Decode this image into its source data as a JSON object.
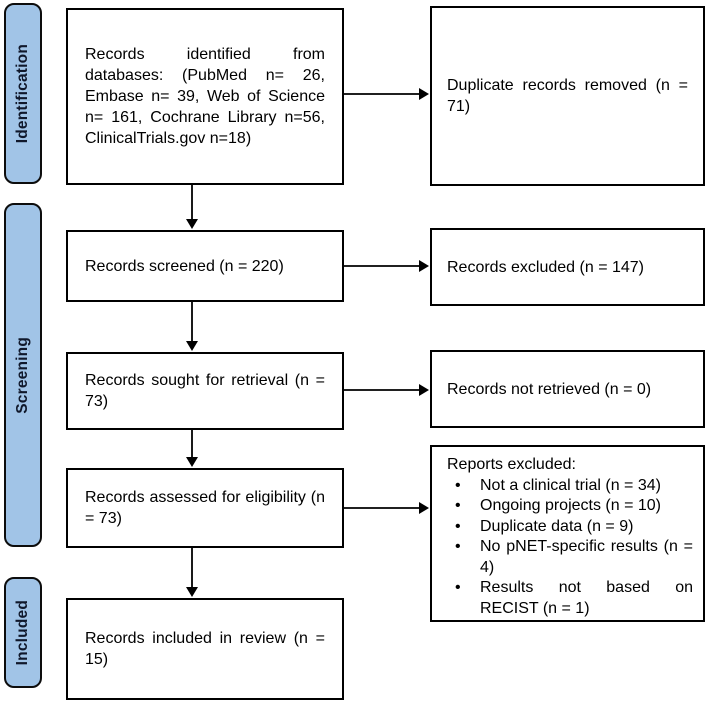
{
  "diagram": {
    "stages": [
      {
        "label": "Identification"
      },
      {
        "label": "Screening"
      },
      {
        "label": "Included"
      }
    ],
    "boxes": {
      "identified": "Records identified from databases: (PubMed n= 26, Embase n= 39, Web of Science n= 161, Cochrane Library n=56, ClinicalTrials.gov n=18)",
      "duplicates_removed": "Duplicate records removed (n = 71)",
      "screened": "Records screened (n = 220)",
      "records_excluded": "Records excluded (n = 147)",
      "sought": "Records sought for retrieval (n = 73)",
      "not_retrieved": "Records not retrieved (n = 0)",
      "assessed": "Records assessed for eligibility (n = 73)",
      "reports_excluded_title": "Reports excluded:",
      "reports_excluded_items": [
        "Not a clinical trial (n = 34)",
        "Ongoing projects (n = 10)",
        "Duplicate data (n = 9)",
        "No pNET-specific results (n = 4)",
        "Results not based on RECIST (n = 1)"
      ],
      "included": "Records included in review (n = 15)"
    },
    "colors": {
      "stage_fill": "#a1c4e7",
      "stage_border": "#0d0d0d",
      "box_border": "#000000",
      "box_fill": "#ffffff",
      "arrow": "#000000",
      "text": "#000000"
    }
  }
}
